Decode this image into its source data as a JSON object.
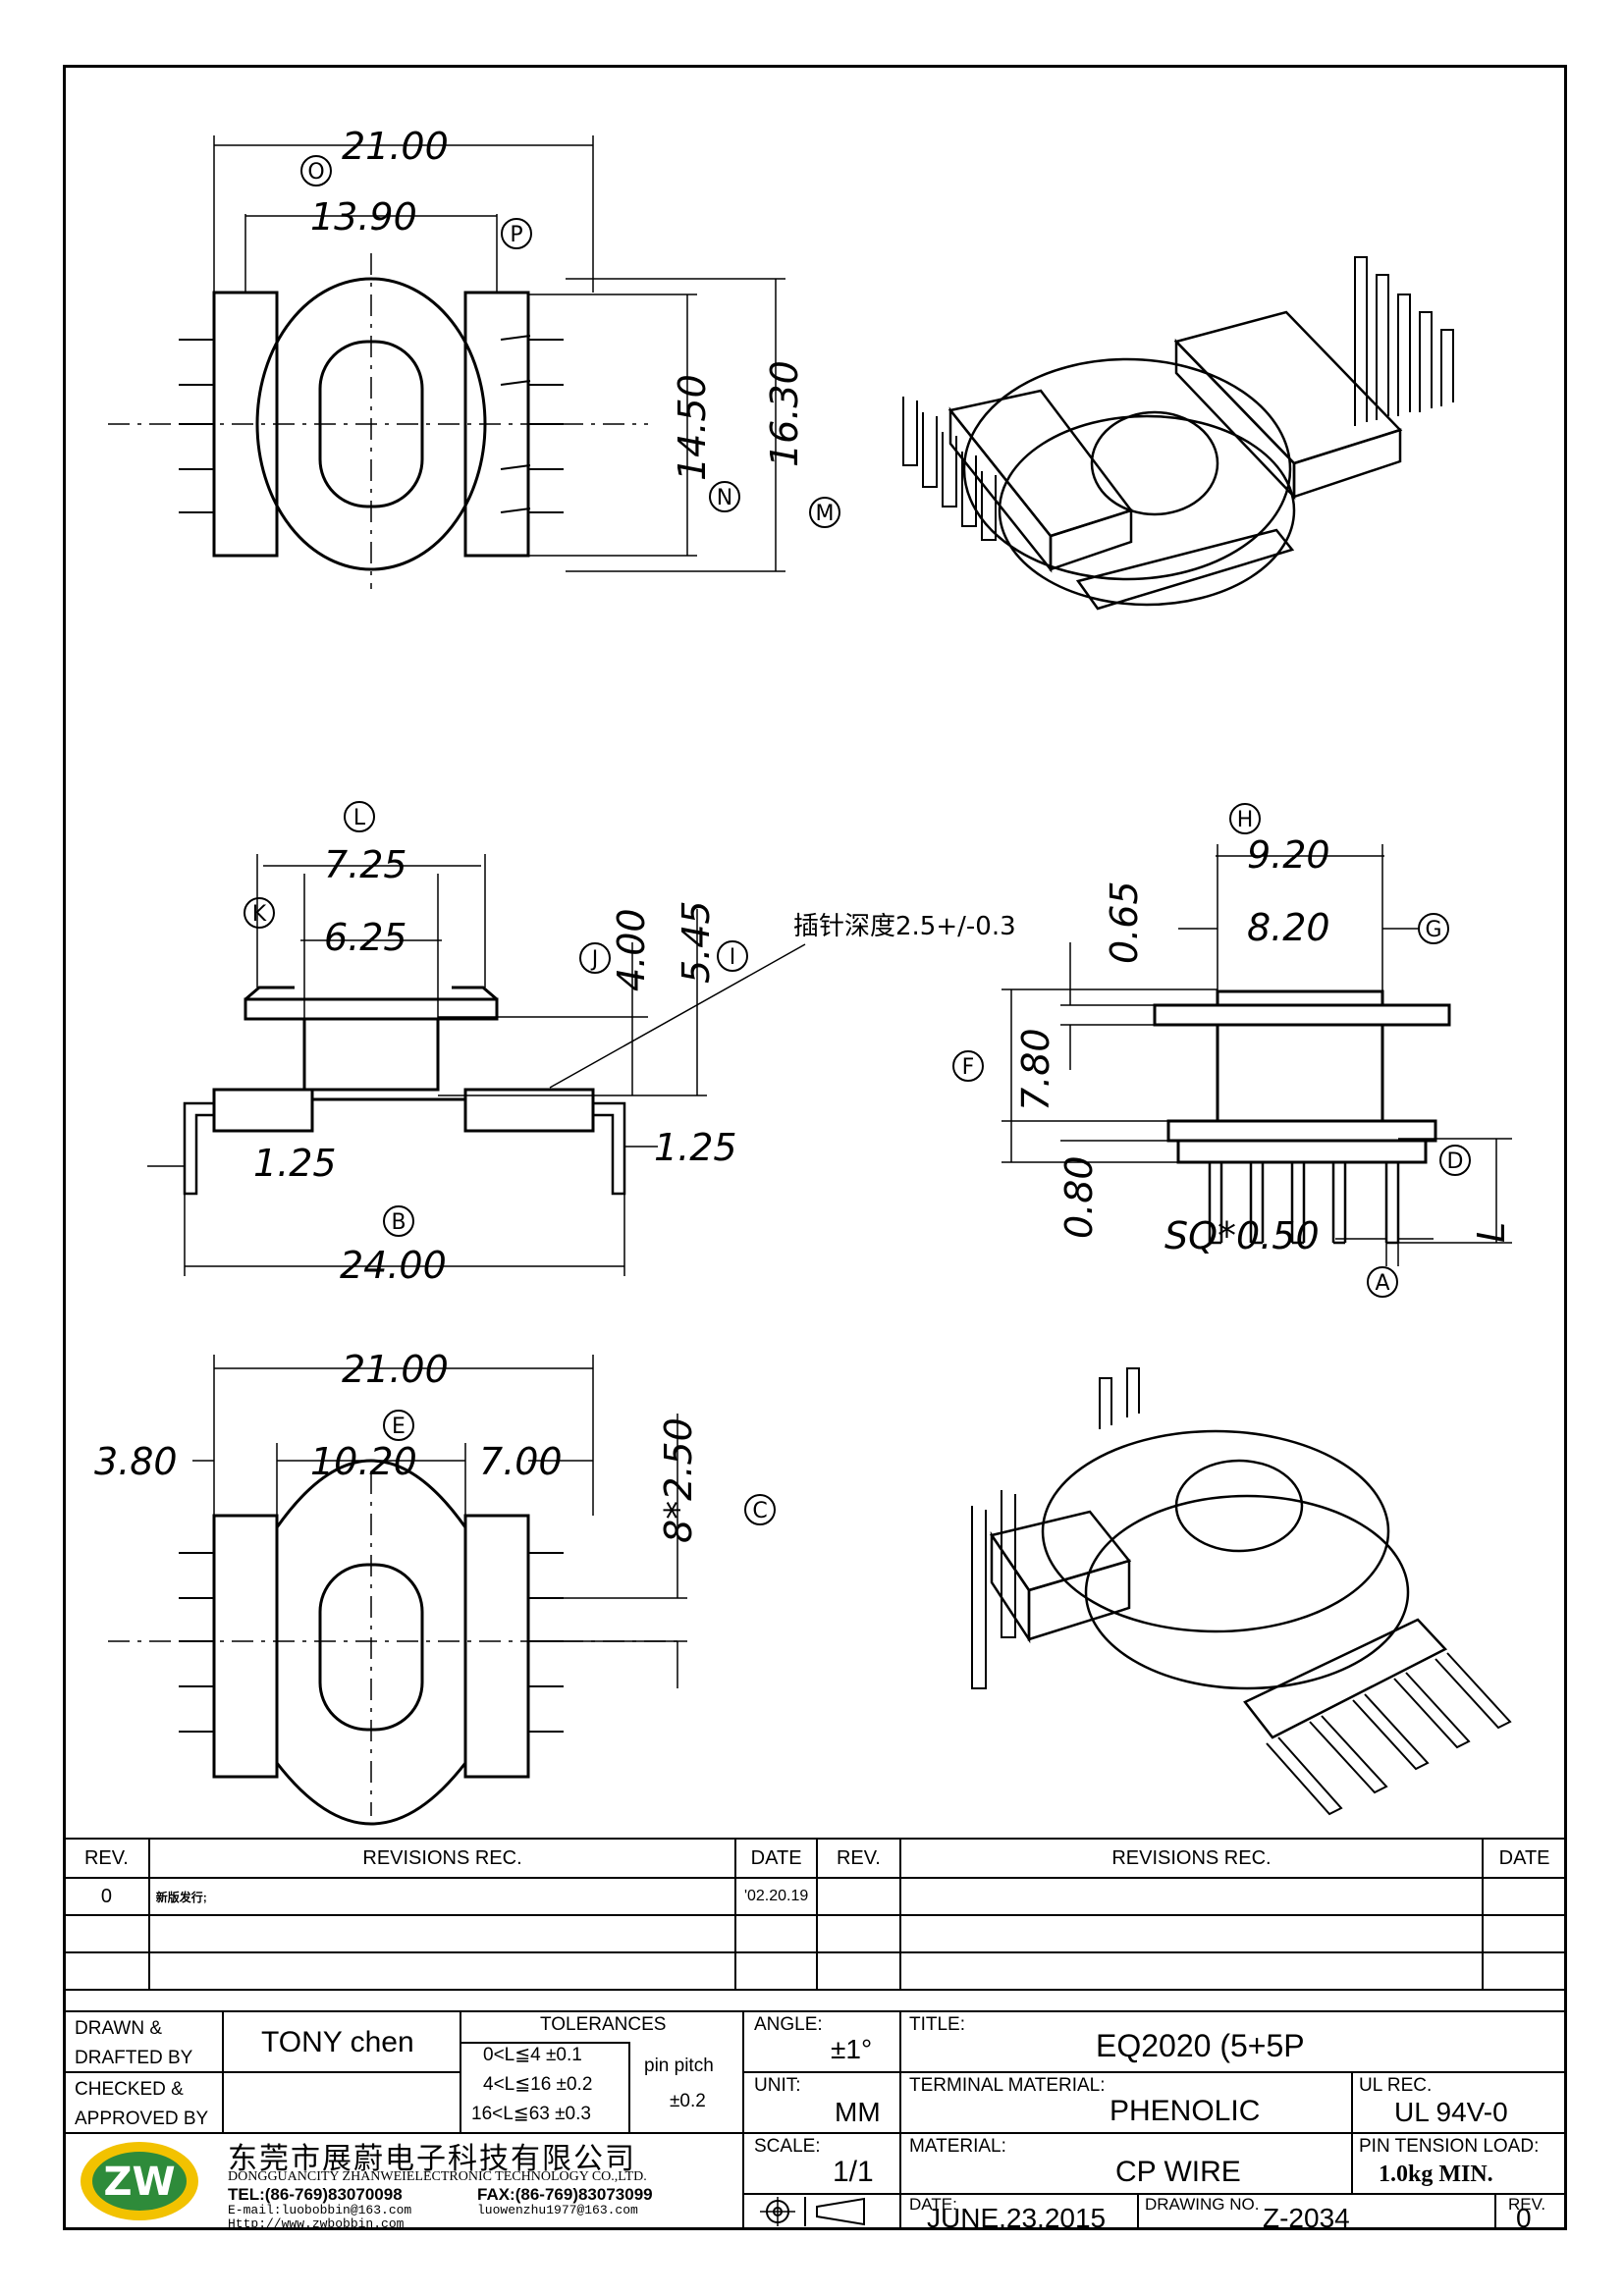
{
  "dimensions": {
    "top_width_outer": "21.00",
    "top_width_inner": "13.90",
    "top_height_inner": "14.50",
    "top_height_outer": "16.30",
    "side_width_L": "7.25",
    "side_width_K": "6.25",
    "side_height_J": "4.00",
    "side_height_I": "5.45",
    "side_offset_left": "1.25",
    "side_offset_right": "1.25",
    "side_total_B": "24.00",
    "pin_depth_note": "插针深度2.5+/-0.3",
    "end_width_H": "9.20",
    "end_width_G": "8.20",
    "end_flange_thk": "0.65",
    "end_height_F": "7.80",
    "end_base_thk": "0.80",
    "pin_size_A": "SQ*0.50",
    "pin_length": "L",
    "bottom_width_outer": "21.00",
    "bottom_left": "3.80",
    "bottom_center_E": "10.20",
    "bottom_right": "7.00",
    "pin_pitch_C": "8*2.50"
  },
  "callouts": [
    "O",
    "P",
    "N",
    "M",
    "L",
    "K",
    "J",
    "I",
    "B",
    "H",
    "G",
    "F",
    "D",
    "A",
    "E",
    "C"
  ],
  "revisions": {
    "headers": [
      "REV.",
      "REVISIONS   REC.",
      "DATE",
      "REV.",
      "REVISIONS   REC.",
      "DATE"
    ],
    "rows": [
      {
        "rev": "0",
        "rec": "新版发行;",
        "date": "'02.20.19"
      },
      {
        "rev": "",
        "rec": "",
        "date": ""
      },
      {
        "rev": "",
        "rec": "",
        "date": ""
      }
    ]
  },
  "title_block": {
    "drawn_label": "DRAWN &\nDRAFTED BY",
    "drawn_by": "TONY  chen",
    "checked_label": "CHECKED &\nAPPROVED BY",
    "tolerances_label": "TOLERANCES",
    "tol_rows": [
      "0<L≦4   ±0.1",
      "4<L≦16  ±0.2",
      "16<L≦63  ±0.3"
    ],
    "pin_pitch_label": "pin  pitch",
    "pin_pitch_value": "±0.2",
    "angle_label": "ANGLE:",
    "angle_value": "±1°",
    "unit_label": "UNIT:",
    "unit_value": "MM",
    "scale_label": "SCALE:",
    "scale_value": "1/1",
    "title_label": "TITLE:",
    "title_value": "EQ2020 (5+5P",
    "terminal_label": "TERMINAL  MATERIAL:",
    "terminal_value": "PHENOLIC",
    "ul_label": "UL  REC.",
    "ul_value": "UL  94V-0",
    "material_label": "MATERIAL:",
    "material_value": "CP  WIRE",
    "tension_label": "PIN  TENSION  LOAD:",
    "tension_value": "1.0kg  MIN.",
    "date_label": "DATE:",
    "date_value": "JUNE.23.2015",
    "drawing_no_label": "DRAWING  NO.",
    "drawing_no_value": "Z-2034",
    "rev_label": "REV.",
    "rev_value": "0",
    "company_cn": "东莞市展蔚电子科技有限公司",
    "company_en": "DONGGUANCITY  ZHANWEIELECTRONIC  TECHNOLOGY  CO.,LTD.",
    "tel": "TEL:(86-769)83070098",
    "fax": "FAX:(86-769)83073099",
    "email1": "E-mail:luobobbin@163.com",
    "email2": "luowenzhu1977@163.com",
    "http": "Http://www.zwbobbin.com",
    "logo_text": "ZW"
  }
}
